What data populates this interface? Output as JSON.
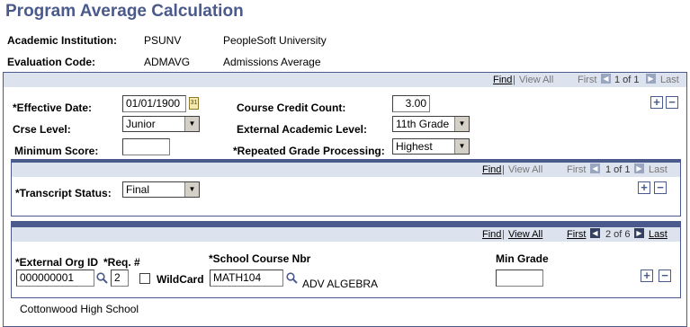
{
  "title": "Program Average Calculation",
  "header": {
    "institution_label": "Academic Institution:",
    "institution_code": "PSUNV",
    "institution_name": "PeopleSoft University",
    "eval_label": "Evaluation Code:",
    "eval_code": "ADMAVG",
    "eval_name": "Admissions Average"
  },
  "nav1": {
    "find": "Find",
    "sep": "|",
    "view_all": "View All",
    "first": "First",
    "count": "1 of 1",
    "last": "Last"
  },
  "nav2": {
    "find": "Find",
    "sep": "|",
    "view_all": "View All",
    "first": "First",
    "count": "1 of 1",
    "last": "Last"
  },
  "nav3": {
    "find": "Find",
    "sep": "|",
    "view_all": "View All",
    "first": "First",
    "count": "2 of 6",
    "last": "Last"
  },
  "main": {
    "effective_date_label": "*Effective Date:",
    "effective_date_value": "01/01/1900",
    "course_credit_label": "Course Credit Count:",
    "course_credit_value": "3.00",
    "crse_level_label": "Crse Level:",
    "crse_level_value": "Junior",
    "ext_acad_level_label": "External Academic Level:",
    "ext_acad_level_value": "11th Grade",
    "min_score_label": "Minimum Score:",
    "min_score_value": "",
    "repeated_label": "*Repeated Grade Processing:",
    "repeated_value": "Highest"
  },
  "transcript": {
    "status_label": "*Transcript Status:",
    "status_value": "Final"
  },
  "course": {
    "ext_org_label": "*External Org ID",
    "ext_org_value": "000000001",
    "req_label": "*Req. #",
    "req_value": "2",
    "wildcard_label": "WildCard",
    "school_course_label": "*School Course Nbr",
    "school_course_value": "MATH104",
    "school_course_desc": "ADV ALGEBRA",
    "min_grade_label": "Min Grade",
    "min_grade_value": "",
    "org_name": "Cottonwood High School"
  },
  "icons": {
    "plus": "+",
    "minus": "−",
    "prev": "◀",
    "next": "▶",
    "caret": "▼"
  }
}
